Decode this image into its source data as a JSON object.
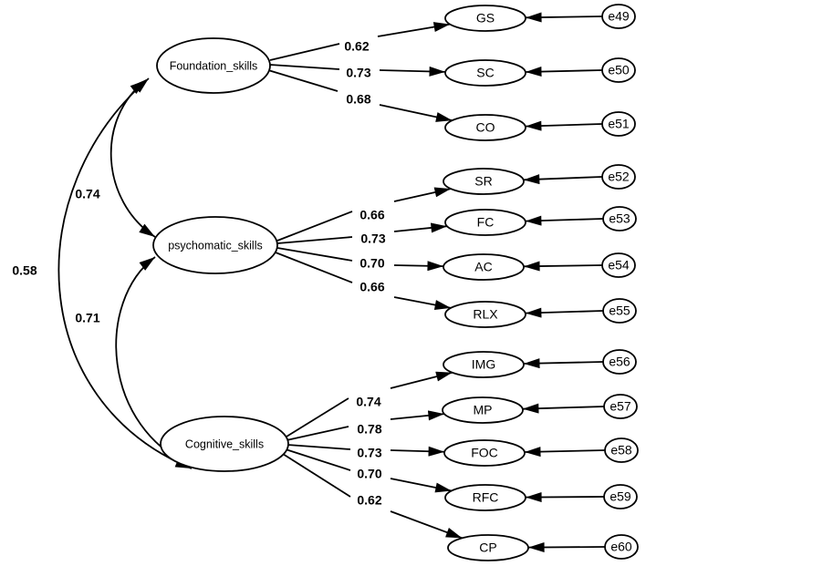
{
  "diagram": {
    "latent_factors": [
      {
        "id": "F",
        "label": "Foundation_skills"
      },
      {
        "id": "P",
        "label": "psychomatic_skills"
      },
      {
        "id": "C",
        "label": "Cognitive_skills"
      }
    ],
    "observed_variables": [
      {
        "id": "GS",
        "label": "GS",
        "factor": "F",
        "loading": "0.62",
        "error": "e49"
      },
      {
        "id": "SC",
        "label": "SC",
        "factor": "F",
        "loading": "0.73",
        "error": "e50"
      },
      {
        "id": "CO",
        "label": "CO",
        "factor": "F",
        "loading": "0.68",
        "error": "e51"
      },
      {
        "id": "SR",
        "label": "SR",
        "factor": "P",
        "loading": "0.66",
        "error": "e52"
      },
      {
        "id": "FC",
        "label": "FC",
        "factor": "P",
        "loading": "0.73",
        "error": "e53"
      },
      {
        "id": "AC",
        "label": "AC",
        "factor": "P",
        "loading": "0.70",
        "error": "e54"
      },
      {
        "id": "RLX",
        "label": "RLX",
        "factor": "P",
        "loading": "0.66",
        "error": "e55"
      },
      {
        "id": "IMG",
        "label": "IMG",
        "factor": "C",
        "loading": "0.74",
        "error": "e56"
      },
      {
        "id": "MP",
        "label": "MP",
        "factor": "C",
        "loading": "0.78",
        "error": "e57"
      },
      {
        "id": "FOC",
        "label": "FOC",
        "factor": "C",
        "loading": "0.73",
        "error": "e58"
      },
      {
        "id": "RFC",
        "label": "RFC",
        "factor": "C",
        "loading": "0.70",
        "error": "e59"
      },
      {
        "id": "CP",
        "label": "CP",
        "factor": "C",
        "loading": "0.62",
        "error": "e60"
      }
    ],
    "correlations": [
      {
        "from": "F",
        "to": "P",
        "value": "0.74"
      },
      {
        "from": "P",
        "to": "C",
        "value": "0.71"
      },
      {
        "from": "F",
        "to": "C",
        "value": "0.58"
      }
    ],
    "colors": {
      "stroke": "#000000",
      "background": "#ffffff",
      "text": "#000000"
    }
  }
}
